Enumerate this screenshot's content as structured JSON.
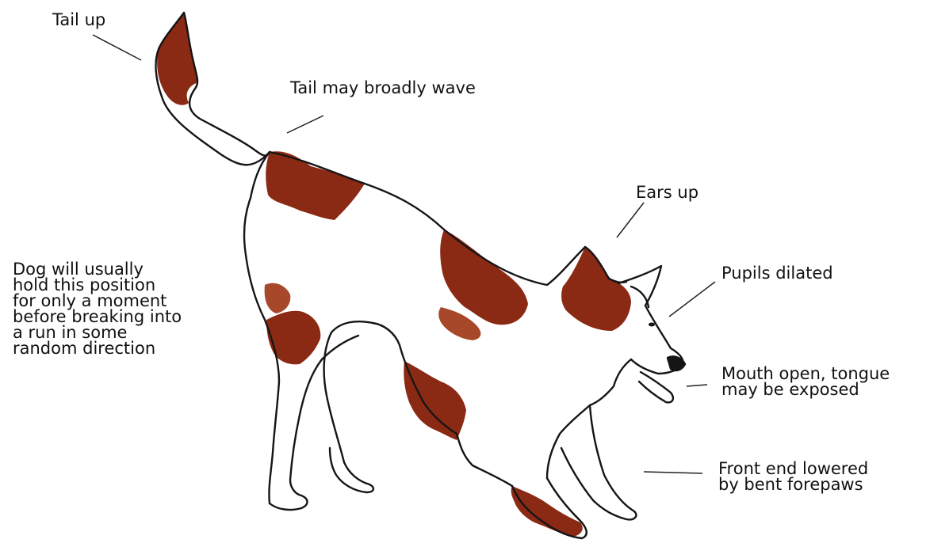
{
  "labels": {
    "tail_up": "Tail up",
    "tail_wave": "Tail may broadly wave",
    "ears_up": "Ears up",
    "pupils": "Pupils dilated",
    "mouth": "Mouth open, tongue\nmay be exposed",
    "front_end": "Front end lowered\nby bent forepaws",
    "note": "Dog will usually\nhold this position\nfor only a moment\nbefore breaking into\na run in some\nrandom direction"
  },
  "colors": {
    "patch": "#8b2a14",
    "patch_light": "#a8482b",
    "outline": "#151515",
    "background": "#ffffff"
  }
}
